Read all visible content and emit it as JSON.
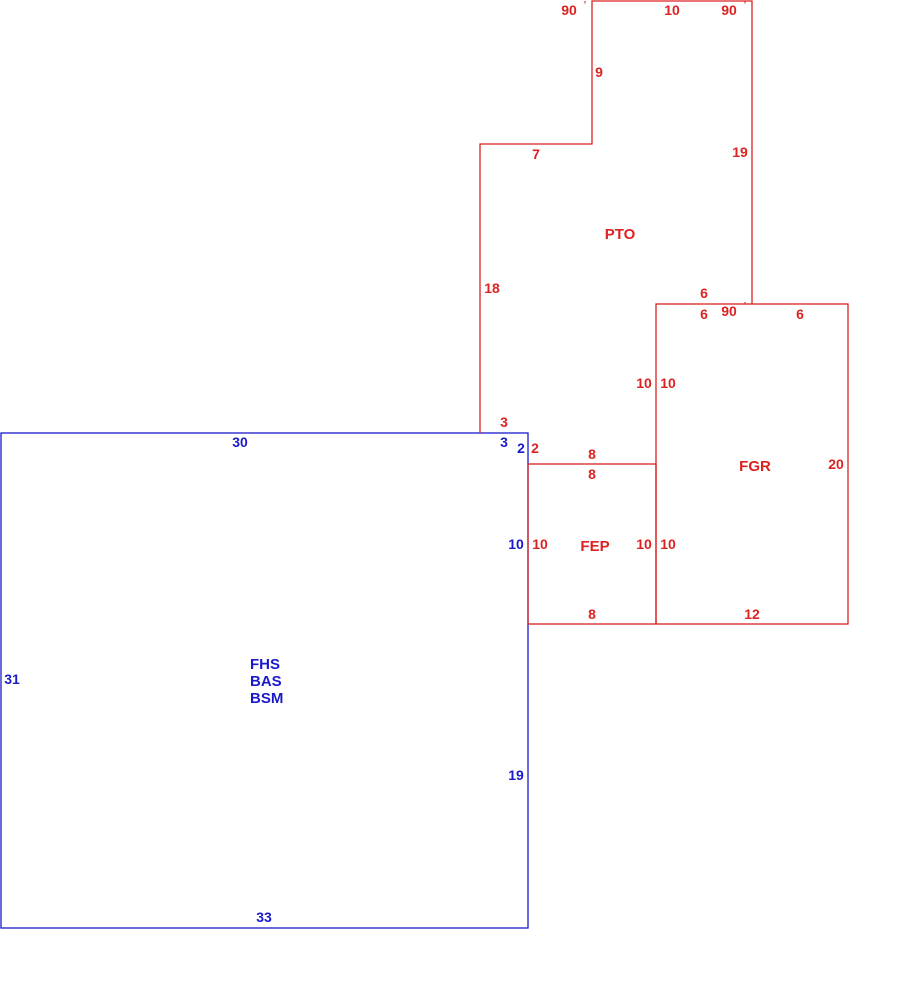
{
  "colors": {
    "main_structure": "#1a1acc",
    "additions": "#dd2222",
    "background": "#ffffff"
  },
  "areas": {
    "main": {
      "codes": [
        "FHS",
        "BAS",
        "BSM"
      ]
    },
    "patio": {
      "code": "PTO"
    },
    "porch": {
      "code": "FEP"
    },
    "garage": {
      "code": "FGR"
    }
  },
  "dimensions": {
    "main": {
      "top": "30",
      "top_notch": "3",
      "notch_side": "2",
      "right_upper": "10",
      "right_lower": "19",
      "bottom": "33",
      "left": "31"
    },
    "patio": {
      "top": "10",
      "upper_side": "9",
      "step": "7",
      "right": "19",
      "left": "18",
      "bottom_left": "3",
      "left_notch": "2",
      "bottom": "8",
      "inner": "10",
      "right_step": "6"
    },
    "porch": {
      "top": "8",
      "left": "10",
      "right": "10",
      "bottom": "8"
    },
    "garage": {
      "top_left": "6",
      "top_right": "6",
      "left_upper": "10",
      "left_lower": "10",
      "right": "20",
      "bottom": "12"
    }
  },
  "angles": {
    "patio_top_left": "90",
    "patio_top_right": "90",
    "garage_corner": "90",
    "degree_symbol": "°"
  }
}
